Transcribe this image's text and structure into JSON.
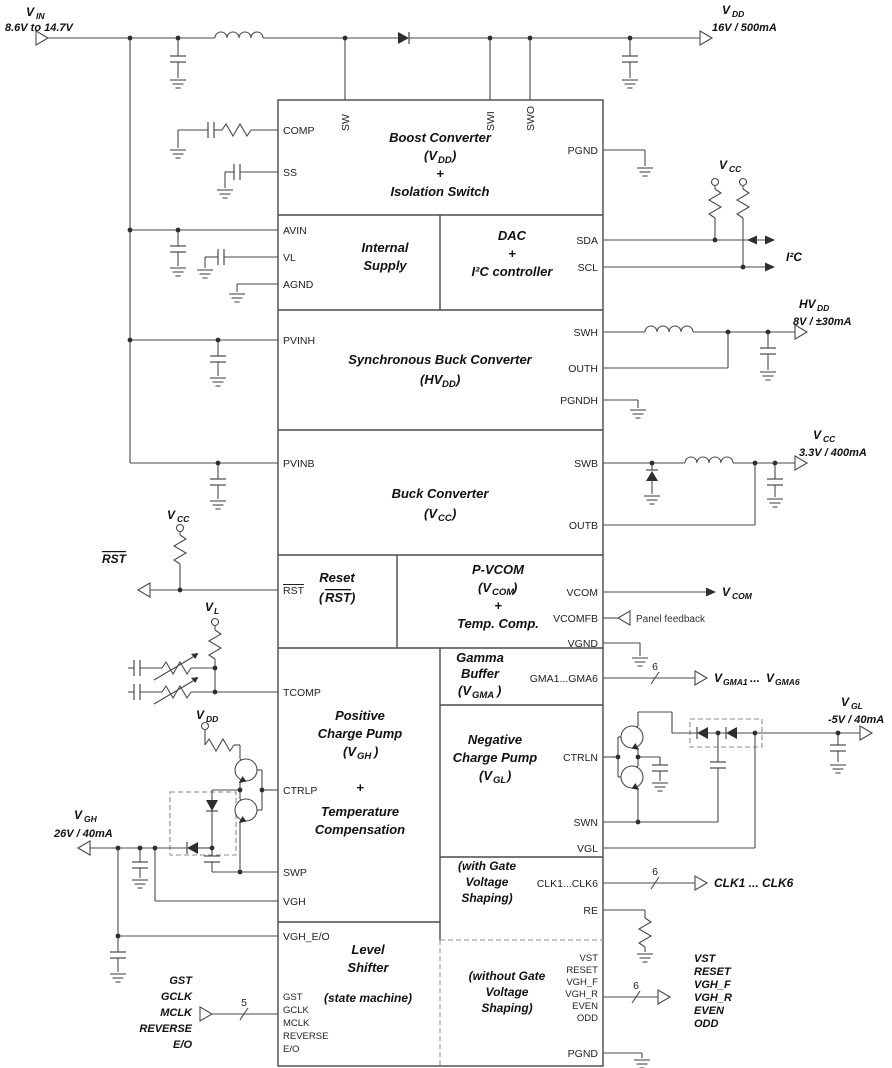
{
  "colors": {
    "ink": "#4a4a4a",
    "text": "#111111"
  },
  "pins": {
    "top": [
      "SW",
      "SWI",
      "SWO"
    ],
    "left": [
      "COMP",
      "SS",
      "AVIN",
      "VL",
      "AGND",
      "PVINH",
      "PVINB",
      "RST",
      "TCOMP",
      "CTRLP",
      "SWP",
      "VGH",
      "VGH_E/O",
      "GST",
      "GCLK",
      "MCLK",
      "REVERSE",
      "E/O"
    ],
    "right": [
      "PGND",
      "SDA",
      "SCL",
      "SWH",
      "OUTH",
      "PGNDH",
      "SWB",
      "OUTB",
      "VCOM",
      "VCOMFB",
      "VGND",
      "GMA1...GMA6",
      "CTRLN",
      "SWN",
      "VGL",
      "CLK1...CLK6",
      "RE",
      "VST",
      "RESET",
      "VGH_F",
      "VGH_R",
      "EVEN",
      "ODD",
      "PGND"
    ]
  },
  "blocks": {
    "boost": {
      "l1": "Boost Converter",
      "p1": "(V",
      "sub": "DD",
      "p2": ")",
      "plus": "+",
      "l2": "Isolation Switch"
    },
    "internal": {
      "l1": "Internal",
      "l2": "Supply"
    },
    "dac": {
      "l1": "DAC",
      "plus": "+",
      "l2": "I²C controller"
    },
    "syncbuck": {
      "l1": "Synchronous Buck Converter",
      "p1": "(HV",
      "sub": "DD",
      "p2": ")"
    },
    "buck": {
      "l1": "Buck Converter",
      "p1": "(V",
      "sub": "CC",
      "p2": ")"
    },
    "reset": {
      "l1": "Reset",
      "p1": "(",
      "rst": "RST",
      "p2": ")"
    },
    "pvcom": {
      "l1": "P-VCOM",
      "p1": "(V",
      "sub": "COM",
      "p2": ")",
      "plus": "+",
      "l2": "Temp. Comp."
    },
    "gamma": {
      "l1": "Gamma",
      "l2": "Buffer",
      "p1": "(V",
      "sub": "GMA",
      "p2": ")"
    },
    "poscp": {
      "l1": "Positive",
      "l2": "Charge Pump",
      "p1": "(V",
      "sub": "GH",
      "p2": ")",
      "plus": "+",
      "l3": "Temperature",
      "l4": "Compensation"
    },
    "negcp": {
      "l1": "Negative",
      "l2": "Charge Pump",
      "p1": "(V",
      "sub": "GL",
      "p2": ")"
    },
    "withgvs": {
      "l1": "(with Gate",
      "l2": "Voltage",
      "l3": "Shaping)"
    },
    "shifter": {
      "l1": "Level",
      "l2": "Shifter",
      "l3": "(state machine)"
    },
    "withoutgvs": {
      "l1": "(without Gate",
      "l2": "Voltage",
      "l3": "Shaping)"
    }
  },
  "ext": {
    "vin": {
      "v": "V",
      "sub": "IN",
      "range": "8.6V to 14.7V"
    },
    "vdd": {
      "v": "V",
      "sub": "DD",
      "rating": "16V / 500mA"
    },
    "vcc_i2c": {
      "v": "V",
      "sub": "CC"
    },
    "i2c": "I²C",
    "hvdd": {
      "v": "HV",
      "sub": "DD",
      "rating": "8V / ±30mA"
    },
    "vcc_buck": {
      "v": "V",
      "sub": "CC",
      "rating": "3.3V / 400mA"
    },
    "vcom": {
      "v": "V",
      "sub": "COM"
    },
    "panel_feedback": "Panel feedback",
    "vgma": {
      "v1": "V",
      "s1": "GMA1",
      "dots": "...",
      "v2": "V",
      "s2": "GMA6"
    },
    "vgl": {
      "v": "V",
      "sub": "GL",
      "rating": "-5V / 40mA"
    },
    "clk_out": "CLK1 ... CLK6",
    "gate_out": [
      "VST",
      "RESET",
      "VGH_F",
      "VGH_R",
      "EVEN",
      "ODD"
    ],
    "vcc_rst": {
      "v": "V",
      "sub": "CC"
    },
    "rst": "RST",
    "vl": {
      "v": "V",
      "sub": "L"
    },
    "vdd_ctrlp": {
      "v": "V",
      "sub": "DD"
    },
    "vgh": {
      "v": "V",
      "sub": "GH",
      "rating": "26V / 40mA"
    },
    "gate_in": [
      "GST",
      "GCLK",
      "MCLK",
      "REVERSE",
      "E/O"
    ],
    "bus": {
      "gamma": "6",
      "clk": "6",
      "gate_out": "6",
      "gate_in": "5"
    }
  }
}
